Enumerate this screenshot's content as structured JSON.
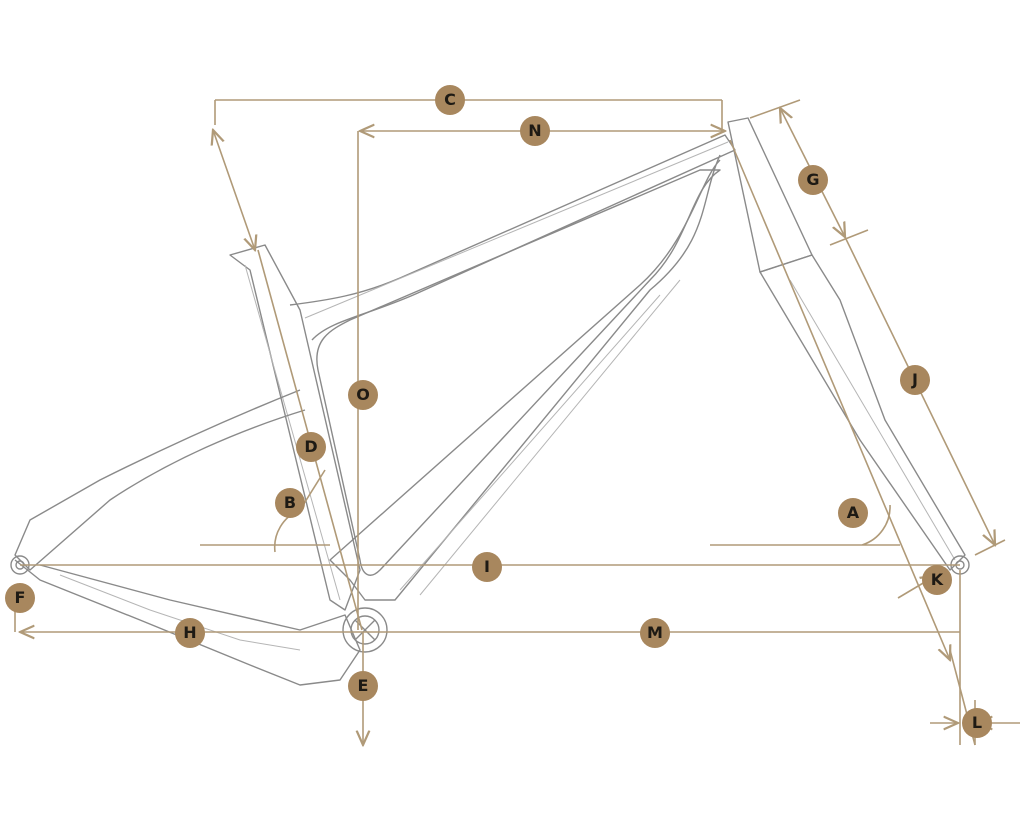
{
  "diagram": {
    "labels": {
      "A": "A",
      "B": "B",
      "C": "C",
      "D": "D",
      "E": "E",
      "F": "F",
      "G": "G",
      "H": "H",
      "I": "I",
      "J": "J",
      "K": "K",
      "L": "L",
      "M": "M",
      "N": "N",
      "O": "O"
    },
    "colors": {
      "badge": "#a8875e",
      "dimension_line": "#b09a78",
      "frame": "#8a8a8a"
    }
  }
}
